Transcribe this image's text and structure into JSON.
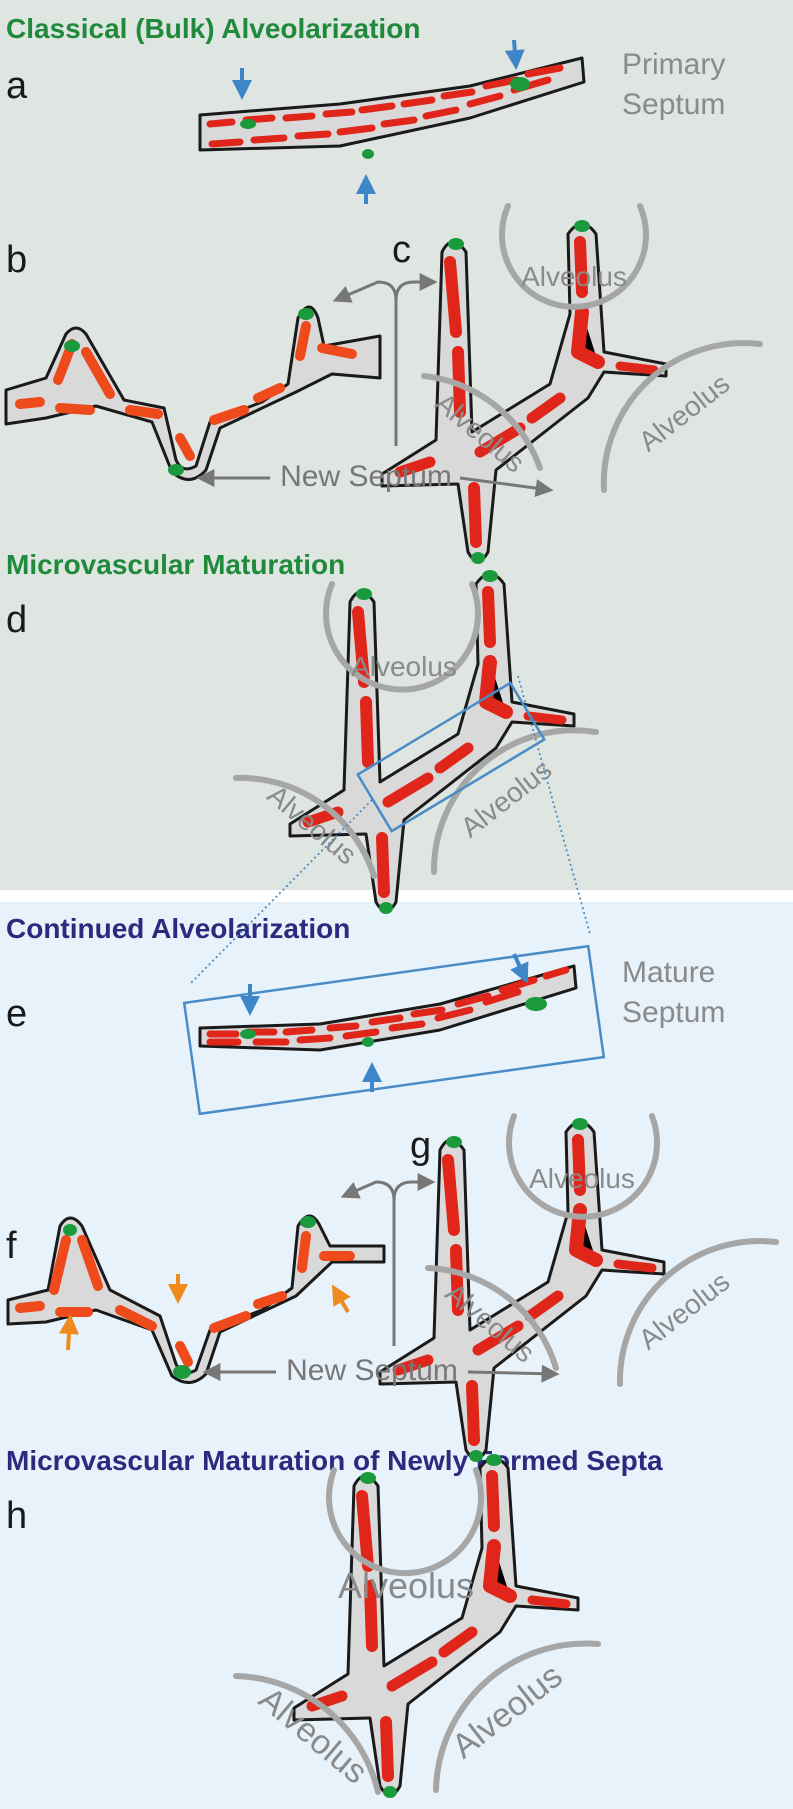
{
  "colors": {
    "bg_top": "#dfe5e0",
    "bg_bottom": "#e7f2fa",
    "green_title": "#1f8a3b",
    "navy_title": "#2b2a7e",
    "septum_fill": "#d9d9d9",
    "capillary_red": "#e0261a",
    "capillary_orange": "#ee4a1c",
    "cell_green": "#1a9a3c",
    "outline": "#1a1a1a",
    "gray_text": "#8a8a8a",
    "alveolus_arc": "#a6a6a6",
    "blue_arrow": "#3d87c8",
    "orange_arrow": "#ef8a1c",
    "gray_arrow": "#777777",
    "box_blue": "#4a8cc6"
  },
  "sections": {
    "s1": "Classical (Bulk) Alveolarization",
    "s2": "Microvascular Maturation",
    "s3": "Continued Alveolarization",
    "s4": "Microvascular Maturation of Newly Formed Septa"
  },
  "panels": {
    "a": "a",
    "b": "b",
    "c": "c",
    "d": "d",
    "e": "e",
    "f": "f",
    "g": "g",
    "h": "h"
  },
  "labels": {
    "primary_1": "Primary",
    "primary_2": "Septum",
    "mature_1": "Mature",
    "mature_2": "Septum",
    "new_septum": "New Septum",
    "alveolus": "Alveolus"
  }
}
